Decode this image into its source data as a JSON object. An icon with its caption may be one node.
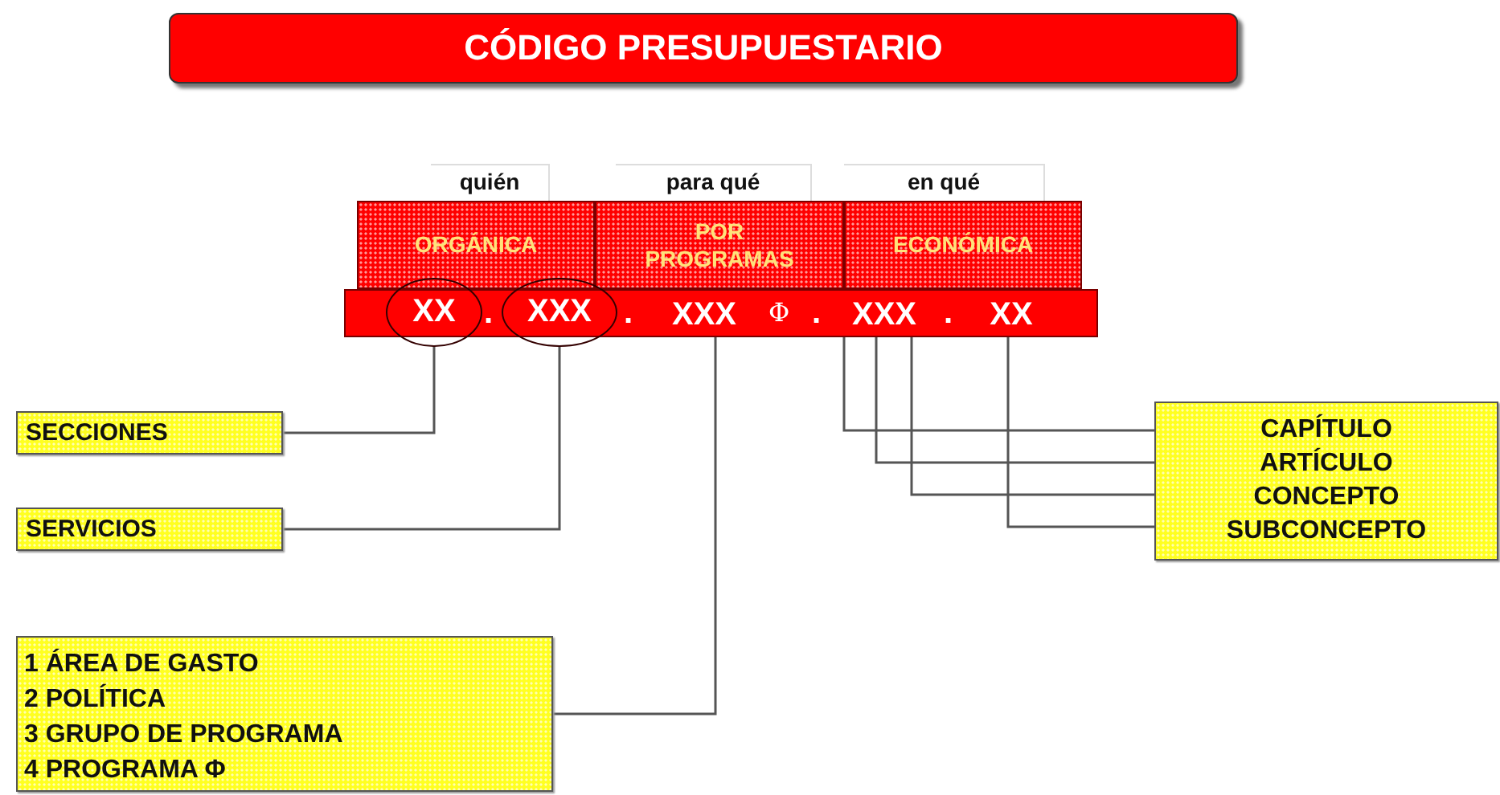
{
  "diagram": {
    "nodes": [
      {
        "text": [
          "CÓDIGO PRESUPUESTARIO"
        ]
      },
      {
        "text": [
          "quién"
        ]
      },
      {
        "text": [
          "para qué"
        ]
      },
      {
        "text": [
          "en qué"
        ]
      },
      {
        "text": [
          "ORGÁNICA"
        ]
      },
      {
        "text": [
          "POR PROGRAMAS"
        ]
      },
      {
        "text": [
          "ECONÓMICA"
        ]
      },
      {
        "text": [],
        "shape": "bar"
      },
      {
        "text": [
          "XX"
        ]
      },
      {
        "text": [
          "XXX"
        ]
      },
      {
        "text": [
          "XXX"
        ],
        "in": 7
      },
      {
        "text": [
          "XXX"
        ],
        "in": 7
      },
      {
        "text": [
          "XX"
        ],
        "in": 7
      },
      {
        "text": [
          "SECCIONES"
        ]
      },
      {
        "text": [
          "SERVICIOS"
        ]
      },
      {
        "text": [
          "CAPÍTULO",
          "ARTÍCULO",
          "CONCEPTO",
          "SUBCONCEPTO"
        ]
      },
      {
        "text": [
          "1 ÁREA DE GASTO",
          "2 POLÍTICA",
          "3 GRUPO DE PROGRAMA",
          "4 PROGRAMA Φ"
        ]
      }
    ],
    "edges": [
      {
        "from": 8,
        "to": 13,
        "arrow": "none"
      },
      {
        "from": 9,
        "to": 14,
        "arrow": "none"
      },
      {
        "from": 10,
        "to": 16,
        "arrow": "none"
      },
      {
        "from": 11,
        "to": 15,
        "arrow": "none"
      },
      {
        "from": 11,
        "to": 15,
        "arrow": "none"
      },
      {
        "from": 11,
        "to": 15,
        "arrow": "none"
      },
      {
        "from": 12,
        "to": 15,
        "arrow": "none"
      }
    ],
    "labels": [
      ".",
      ".",
      "Φ",
      ".",
      "."
    ]
  }
}
